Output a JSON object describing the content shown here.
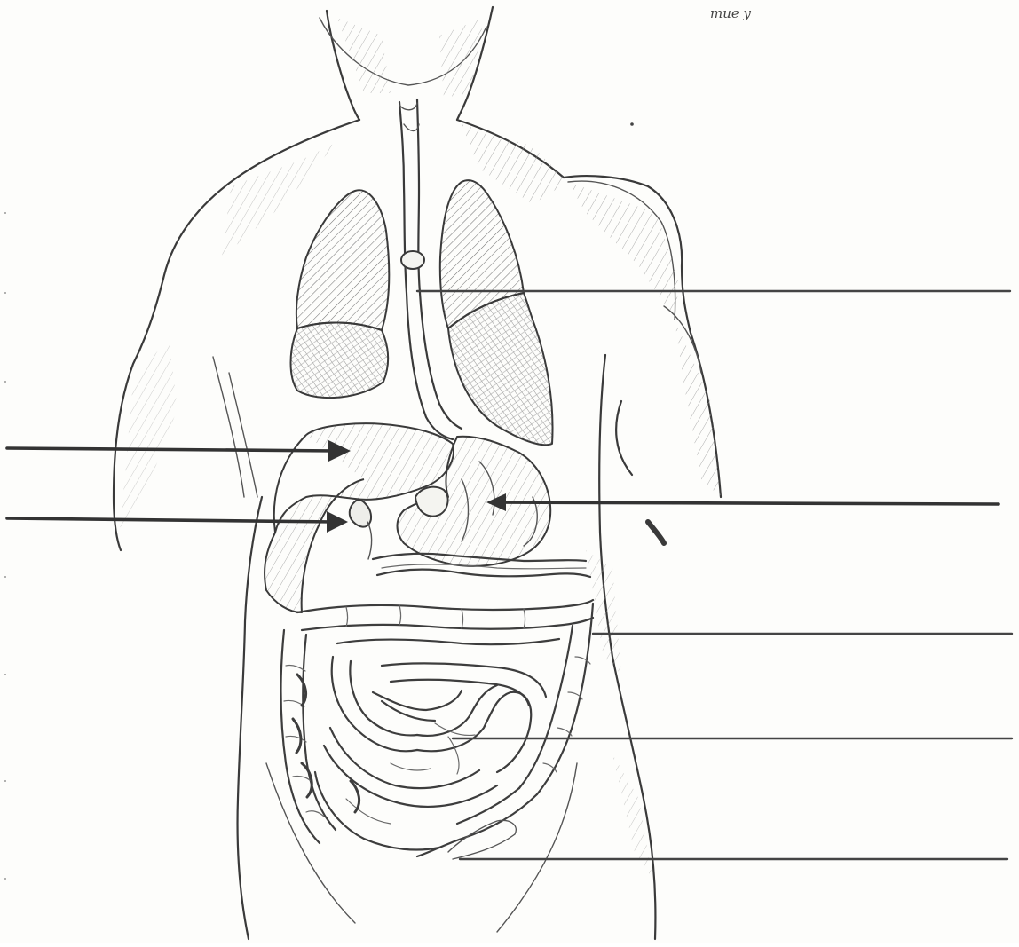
{
  "caption": "тие у",
  "colors": {
    "ink": "#3a3a3a",
    "paper": "#fdfdfb",
    "organ_fill": "#d9d9d3"
  },
  "labels": [
    {
      "name": "label-line-esophagus",
      "text": ""
    },
    {
      "name": "label-line-stomach",
      "text": ""
    },
    {
      "name": "label-line-small-intestine",
      "text": ""
    },
    {
      "name": "label-line-ileum",
      "text": ""
    },
    {
      "name": "label-line-rectum",
      "text": ""
    },
    {
      "name": "label-arrow-liver",
      "text": ""
    },
    {
      "name": "label-arrow-gallbladder",
      "text": ""
    }
  ]
}
